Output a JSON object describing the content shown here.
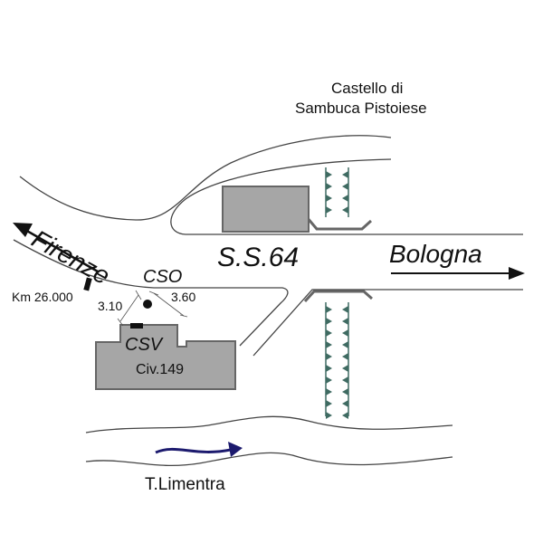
{
  "labels": {
    "place_line1": "Castello di",
    "place_line2": "Sambuca Pistoiese",
    "west": "Firenze",
    "east": "Bologna",
    "road": "S.S.64",
    "cso": "CSO",
    "csv": "CSV",
    "civic": "Civ.149",
    "km": "Km 26.000",
    "dist_left": "3.10",
    "dist_right": "3.60",
    "river": "T.Limentra"
  },
  "colors": {
    "building": "#a6a6a6",
    "building_stroke": "#666666",
    "trees": "#3f6b62",
    "river_arrow": "#1c1a6e"
  }
}
